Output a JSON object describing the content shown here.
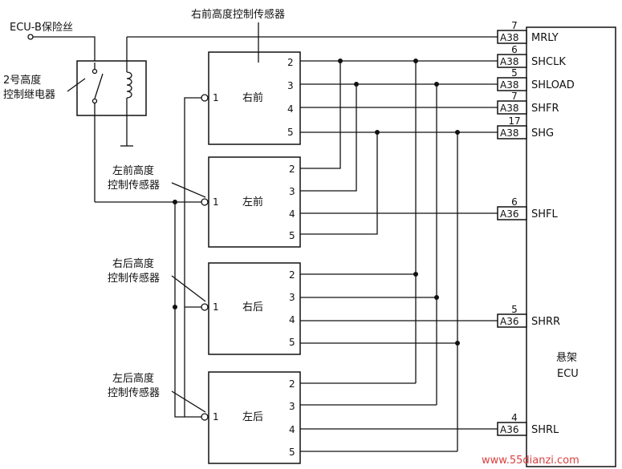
{
  "labels": {
    "ecu_b_fuse": "ECU-B保险丝",
    "relay_no2": [
      "2号高度",
      "控制继电器"
    ],
    "rf_sensor_label": "右前高度控制传感器",
    "lf_sensor_label": [
      "左前高度",
      "控制传感器"
    ],
    "rr_sensor_label": [
      "右后高度",
      "控制传感器"
    ],
    "lr_sensor_label": [
      "左后高度",
      "控制传感器"
    ],
    "ecu_label": [
      "悬架",
      "ECU"
    ],
    "watermark": "www.55dianzi.com"
  },
  "sensors": [
    {
      "key": "rf",
      "name": "右前",
      "pins": [
        "1",
        "2",
        "3",
        "4",
        "5"
      ]
    },
    {
      "key": "lf",
      "name": "左前",
      "pins": [
        "1",
        "2",
        "3",
        "4",
        "5"
      ]
    },
    {
      "key": "rr",
      "name": "右后",
      "pins": [
        "1",
        "2",
        "3",
        "4",
        "5"
      ]
    },
    {
      "key": "lr",
      "name": "左后",
      "pins": [
        "1",
        "2",
        "3",
        "4",
        "5"
      ]
    }
  ],
  "ecu_terminals": [
    {
      "pin": "7",
      "connector": "A38",
      "signal": "MRLY"
    },
    {
      "pin": "6",
      "connector": "A38",
      "signal": "SHCLK"
    },
    {
      "pin": "5",
      "connector": "A38",
      "signal": "SHLOAD"
    },
    {
      "pin": "7",
      "connector": "A38",
      "signal": "SHFR"
    },
    {
      "pin": "17",
      "connector": "A38",
      "signal": "SHG"
    },
    {
      "pin": "6",
      "connector": "A36",
      "signal": "SHFL"
    },
    {
      "pin": "5",
      "connector": "A36",
      "signal": "SHRR"
    },
    {
      "pin": "4",
      "connector": "A36",
      "signal": "SHRL"
    }
  ]
}
